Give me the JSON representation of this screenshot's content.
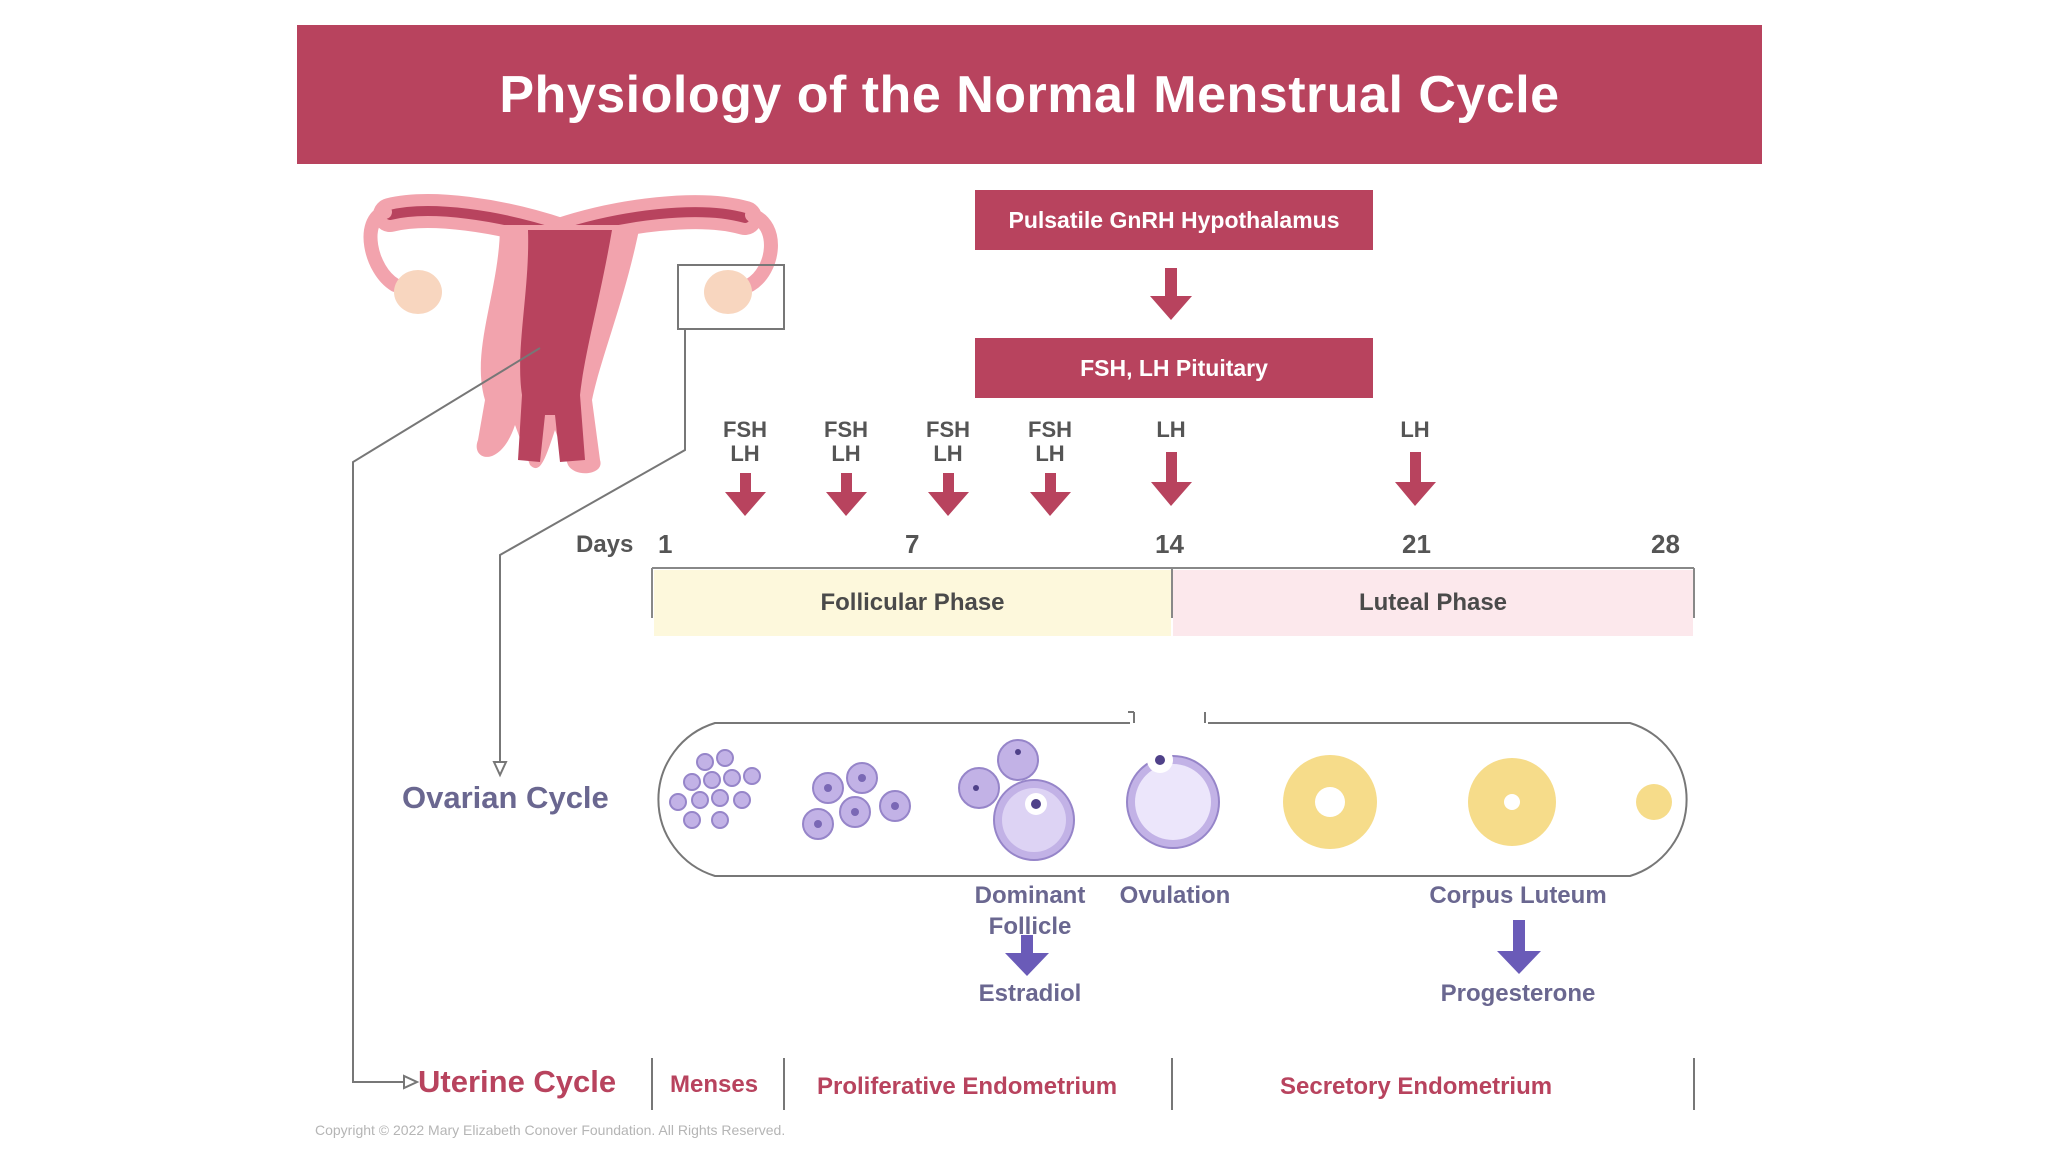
{
  "title": "Physiology of the Normal Menstrual Cycle",
  "hypothalamus_box": "Pulsatile GnRH Hypothalamus",
  "pituitary_box": "FSH, LH Pituitary",
  "hormone_pulses": [
    {
      "line1": "FSH",
      "line2": "LH"
    },
    {
      "line1": "FSH",
      "line2": "LH"
    },
    {
      "line1": "FSH",
      "line2": "LH"
    },
    {
      "line1": "FSH",
      "line2": "LH"
    },
    {
      "line1": "LH",
      "line2": ""
    },
    {
      "line1": "LH",
      "line2": ""
    }
  ],
  "days_label": "Days",
  "days": [
    "1",
    "7",
    "14",
    "21",
    "28"
  ],
  "phases": {
    "follicular": "Follicular Phase",
    "luteal": "Luteal Phase"
  },
  "ovarian_cycle_label": "Ovarian Cycle",
  "ovarian_labels": {
    "dominant_follicle_1": "Dominant",
    "dominant_follicle_2": "Follicle",
    "ovulation": "Ovulation",
    "corpus_luteum": "Corpus Luteum",
    "estradiol": "Estradiol",
    "progesterone": "Progesterone"
  },
  "uterine_cycle_label": "Uterine Cycle",
  "uterine_phases": {
    "menses": "Menses",
    "proliferative": "Proliferative Endometrium",
    "secretory": "Secretory Endometrium"
  },
  "copyright": "Copyright © 2022 Mary Elizabeth Conover Foundation. All Rights Reserved.",
  "colors": {
    "brand": "#b8435e",
    "follicular_fill": "#fdf8dc",
    "luteal_fill": "#fce8ec",
    "ovarian_purple": "#6a6790",
    "cell_purple": "#b8a9e0",
    "corpus_yellow": "#f6dc8a"
  }
}
